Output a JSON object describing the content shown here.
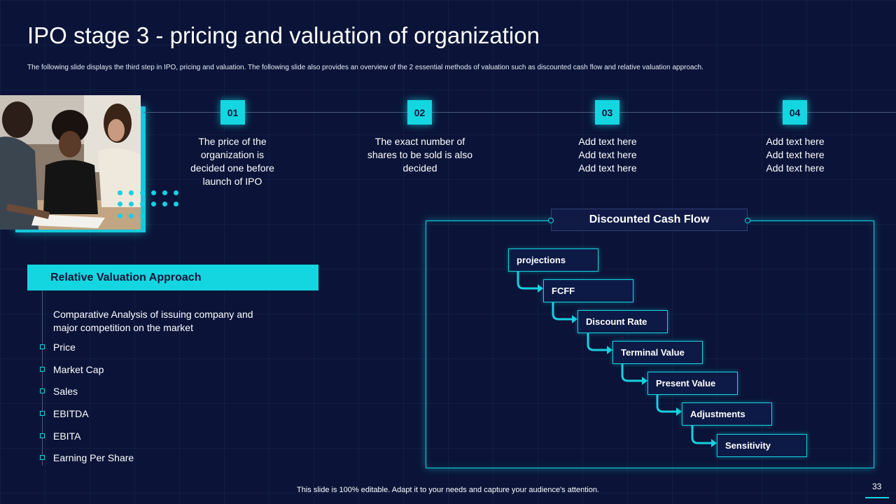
{
  "slide": {
    "title": "IPO stage 3 - pricing and valuation of organization",
    "subtitle": "The following slide displays the third step in IPO, pricing and valuation. The following slide also provides an overview of the 2 essential methods of valuation such as discounted cash flow and relative valuation approach.",
    "footer": "This slide is 100% editable. Adapt it to your needs and capture your audience's attention.",
    "page_number": "33"
  },
  "steps": [
    {
      "number": "01",
      "lines": [
        "The price of the",
        "organization is",
        "decided one before",
        "launch of IPO"
      ]
    },
    {
      "number": "02",
      "lines": [
        "The exact number of",
        "shares to be sold is also",
        "decided"
      ]
    },
    {
      "number": "03",
      "lines": [
        "Add text here",
        "Add text here",
        "Add text here"
      ]
    },
    {
      "number": "04",
      "lines": [
        "Add text here",
        "Add text here",
        "Add text here"
      ]
    }
  ],
  "relative_valuation": {
    "header": "Relative Valuation Approach",
    "description": "Comparative Analysis of issuing company and major competition on the market",
    "items": [
      "Price",
      "Market Cap",
      "Sales",
      "EBITDA",
      "EBITA",
      "Earning Per Share"
    ]
  },
  "dcf": {
    "title": "Discounted Cash Flow",
    "steps": [
      "projections",
      "FCFF",
      "Discount Rate",
      "Terminal Value",
      "Present Value",
      "Adjustments",
      "Sensitivity"
    ]
  },
  "colors": {
    "background": "#0b1438",
    "accent": "#14d6e0"
  },
  "icons": {
    "photo": "people-working-photo",
    "dots": "dot-pattern-decoration",
    "arrow": "curved-arrow-icon"
  }
}
